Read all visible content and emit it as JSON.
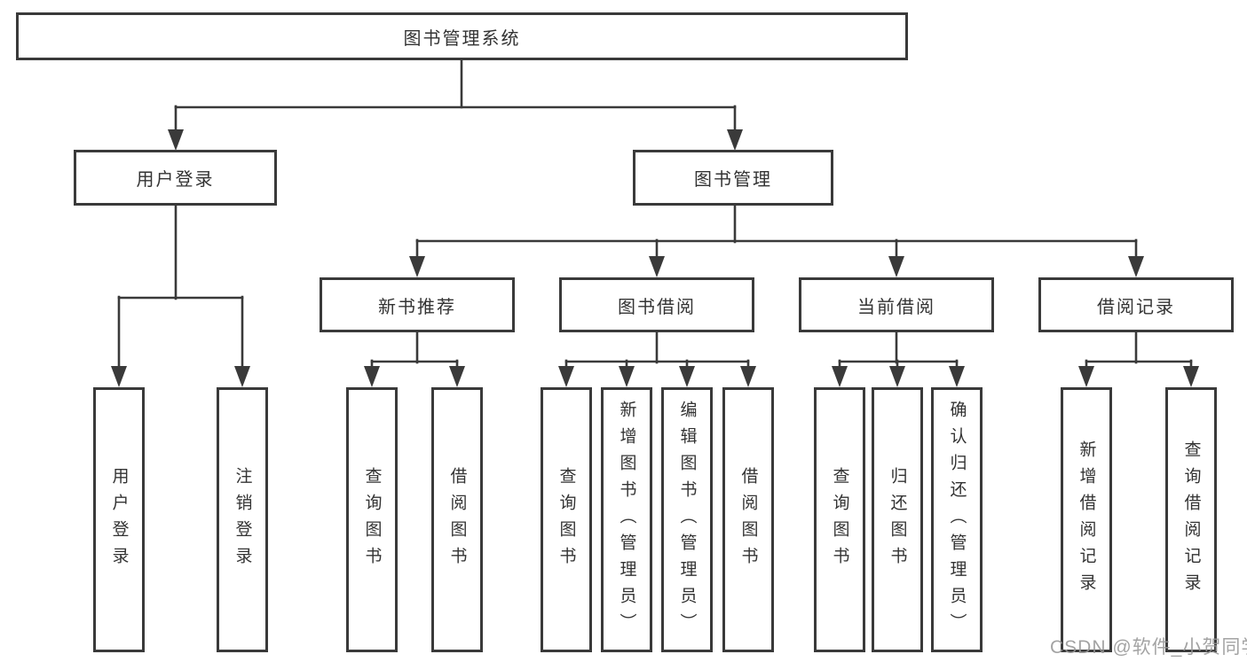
{
  "root": {
    "label": "图书管理系统"
  },
  "branches": [
    {
      "label": "用户登录",
      "children": [
        {
          "label": "用户登录"
        },
        {
          "label": "注销登录"
        }
      ]
    },
    {
      "label": "图书管理",
      "groups": [
        {
          "label": "新书推荐",
          "children": [
            {
              "label": "查询图书"
            },
            {
              "label": "借阅图书"
            }
          ]
        },
        {
          "label": "图书借阅",
          "children": [
            {
              "label": "查询图书"
            },
            {
              "label": "新增图书（管理员）"
            },
            {
              "label": "编辑图书（管理员）"
            },
            {
              "label": "借阅图书"
            }
          ]
        },
        {
          "label": "当前借阅",
          "children": [
            {
              "label": "查询图书"
            },
            {
              "label": "归还图书"
            },
            {
              "label": "确认归还（管理员）"
            }
          ]
        },
        {
          "label": "借阅记录",
          "children": [
            {
              "label": "新增借阅记录"
            },
            {
              "label": "查询借阅记录"
            }
          ]
        }
      ]
    }
  ],
  "watermark": "CSDN @软件_小贺同学",
  "colors": {
    "line": "#3a3a3a",
    "box_border": "#3a3a3a",
    "text": "#333333",
    "watermark": "#969696",
    "background": "#ffffff"
  }
}
